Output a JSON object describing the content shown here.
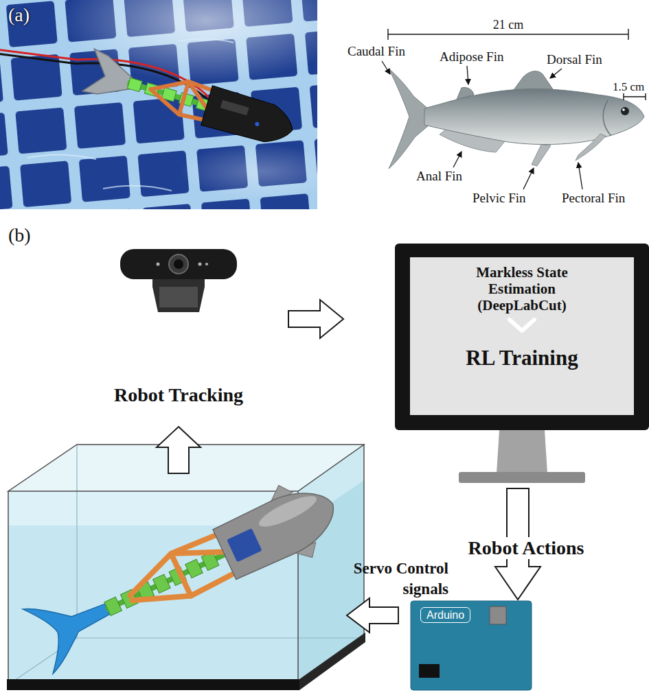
{
  "diagram": {
    "nodes": [
      {
        "text": [
          "Markless State Estimation (DeepLabCut)",
          "RL Training"
        ]
      },
      {
        "text": [
          "Arduino"
        ]
      }
    ],
    "edges": [
      {
        "from": 0,
        "to": 1,
        "arrow": "to",
        "label": "Robot Actions"
      }
    ],
    "labels": [
      "(a)",
      "21 cm",
      "Caudal Fin",
      "Adipose Fin",
      "Dorsal Fin",
      "1.5 cm",
      "Anal Fin",
      "Pelvic Fin",
      "Pectoral Fin",
      "(b)",
      "Robot Tracking",
      "Servo Control signals"
    ]
  }
}
